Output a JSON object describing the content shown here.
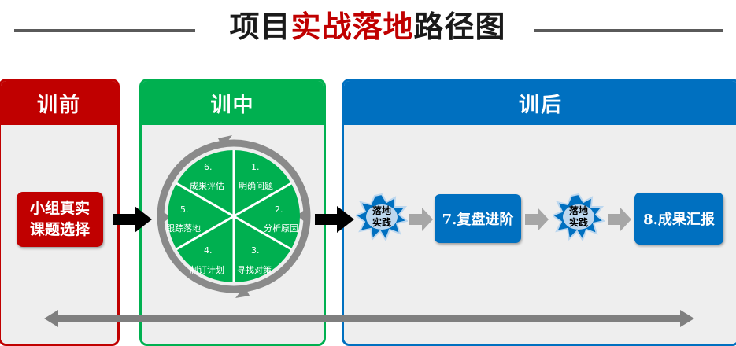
{
  "title": {
    "prefix": "项目",
    "highlight": "实战落地",
    "suffix": "路径图"
  },
  "phases": {
    "before": {
      "label": "训前",
      "task_line1": "小组真实",
      "task_line2": "课题选择"
    },
    "during": {
      "label": "训中",
      "steps": [
        {
          "num": "1.",
          "text": "明确问题"
        },
        {
          "num": "2.",
          "text": "分析原因"
        },
        {
          "num": "3.",
          "text": "寻找对策"
        },
        {
          "num": "4.",
          "text": "制订计划"
        },
        {
          "num": "5.",
          "text": "跟踪落地"
        },
        {
          "num": "6.",
          "text": "成果评估"
        }
      ]
    },
    "after": {
      "label": "训后",
      "practice_1": {
        "line1": "落地",
        "line2": "实践"
      },
      "stage_review": "7.复盘进阶",
      "practice_2": {
        "line1": "落地",
        "line2": "实践"
      },
      "stage_report": "8.成果汇报"
    }
  },
  "colors": {
    "before": "#c00000",
    "during": "#00b050",
    "after": "#0070c0",
    "highlight": "#c00000"
  }
}
